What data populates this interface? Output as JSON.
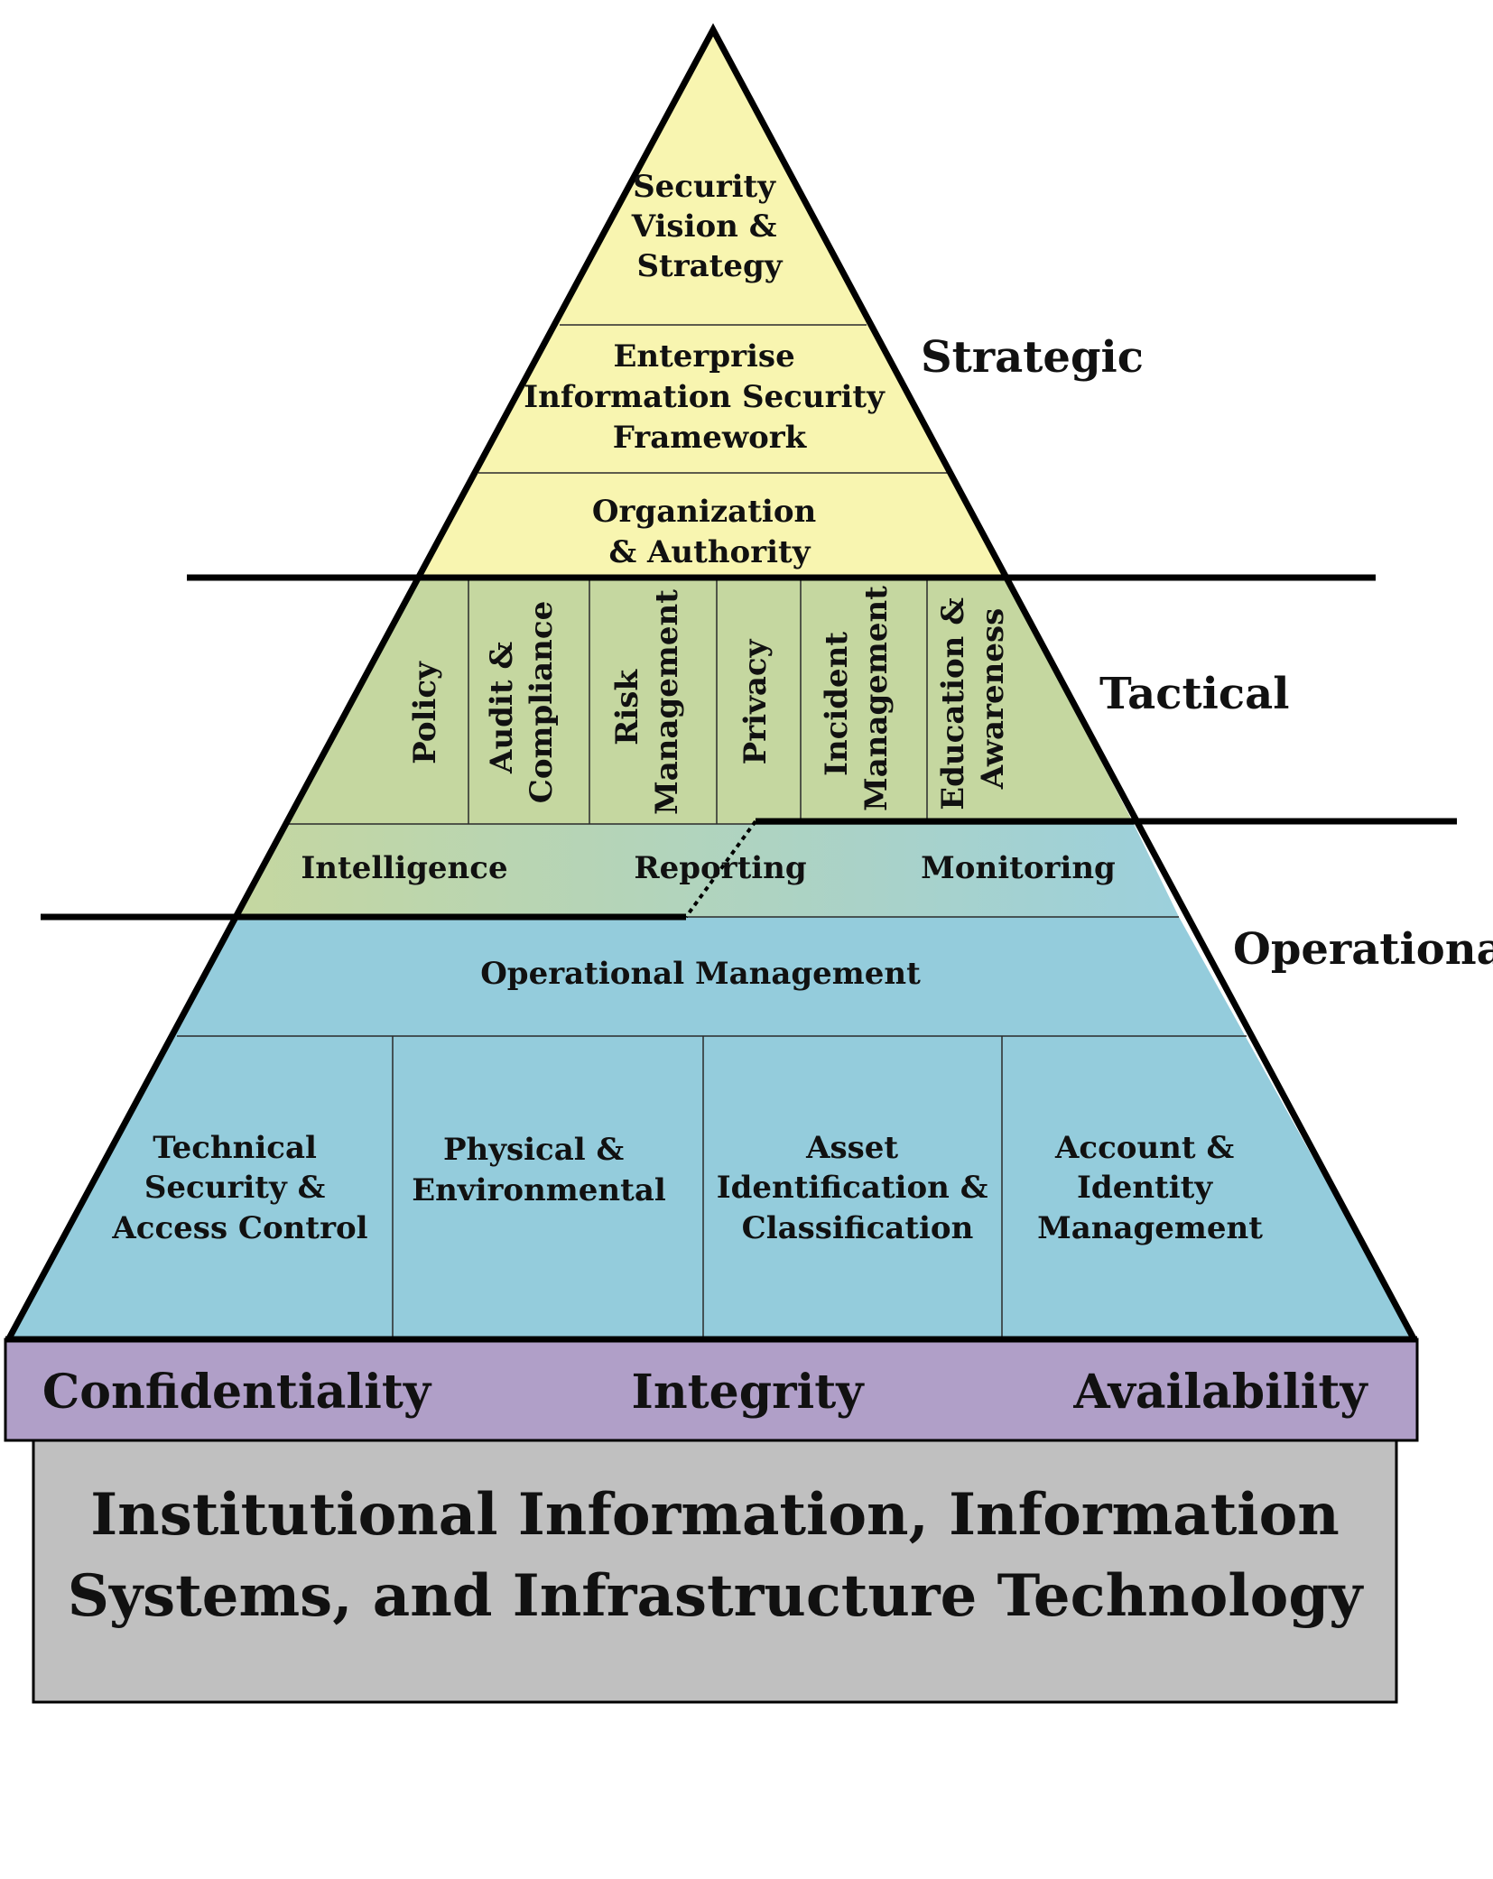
{
  "strategic": {
    "vision": [
      "Security",
      "Vision &",
      "Strategy"
    ],
    "framework": [
      "Enterprise",
      "Information Security",
      "Framework"
    ],
    "organization": [
      "Organization",
      "& Authority"
    ]
  },
  "tactical": {
    "columns": [
      [
        "Policy"
      ],
      [
        "Audit &",
        "Compliance"
      ],
      [
        "Risk",
        "Management"
      ],
      [
        "Privacy"
      ],
      [
        "Incident",
        "Management"
      ],
      [
        "Education &",
        "Awareness"
      ]
    ]
  },
  "band": {
    "intelligence": "Intelligence",
    "reporting": "Reporting",
    "monitoring": "Monitoring"
  },
  "operational": {
    "management": "Operational Management",
    "cells": [
      [
        "Technical",
        "Security &",
        "Access Control"
      ],
      [
        "Physical &",
        "Environmental"
      ],
      [
        "Asset",
        "Identification &",
        "Classification"
      ],
      [
        "Account &",
        "Identity",
        "Management"
      ]
    ]
  },
  "levels": {
    "strategic": "Strategic",
    "tactical": "Tactical",
    "operational": "Operational"
  },
  "cia": {
    "confidentiality": "Confidentiality",
    "integrity": "Integrity",
    "availability": "Availability"
  },
  "foundation": {
    "line1": "Institutional Information, Information",
    "line2": "Systems, and Infrastructure Technology"
  },
  "colors": {
    "strategic_fill": "#f8f5b0",
    "tactical_fill": "#c5d7a0",
    "operational_fill": "#94ccdc",
    "cia_fill": "#b09fc8",
    "foundation_fill": "#c0c0c0"
  }
}
